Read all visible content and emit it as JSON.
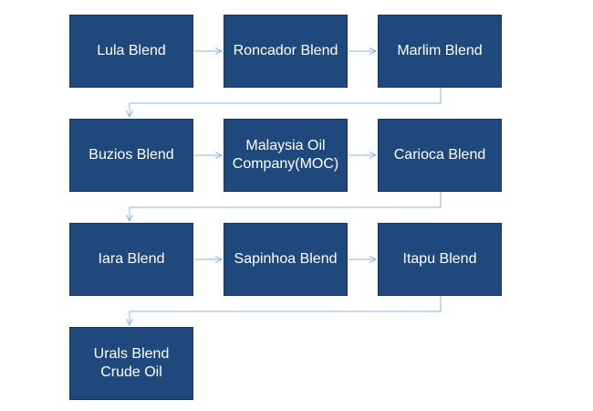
{
  "diagram": {
    "colors": {
      "node_fill": "#1f497d",
      "node_border": "#17375e",
      "node_text": "#ffffff",
      "connector": "#8db3e2"
    },
    "nodes": [
      {
        "id": "lula",
        "label": "Lula Blend"
      },
      {
        "id": "roncador",
        "label": "Roncador Blend"
      },
      {
        "id": "marlim",
        "label": "Marlim Blend"
      },
      {
        "id": "buzios",
        "label": "Buzios Blend"
      },
      {
        "id": "malaysia",
        "label": "Malaysia Oil Company(MOC)"
      },
      {
        "id": "carioca",
        "label": "Carioca Blend"
      },
      {
        "id": "iara",
        "label": "Iara Blend"
      },
      {
        "id": "sapinhoa",
        "label": "Sapinhoa Blend"
      },
      {
        "id": "itapu",
        "label": "Itapu Blend"
      },
      {
        "id": "urals",
        "label": "Urals Blend Crude Oil"
      }
    ],
    "edges": [
      {
        "from": "lula",
        "to": "roncador"
      },
      {
        "from": "roncador",
        "to": "marlim"
      },
      {
        "from": "marlim",
        "to": "buzios"
      },
      {
        "from": "buzios",
        "to": "malaysia"
      },
      {
        "from": "malaysia",
        "to": "carioca"
      },
      {
        "from": "carioca",
        "to": "iara"
      },
      {
        "from": "iara",
        "to": "sapinhoa"
      },
      {
        "from": "sapinhoa",
        "to": "itapu"
      },
      {
        "from": "itapu",
        "to": "urals"
      }
    ]
  }
}
